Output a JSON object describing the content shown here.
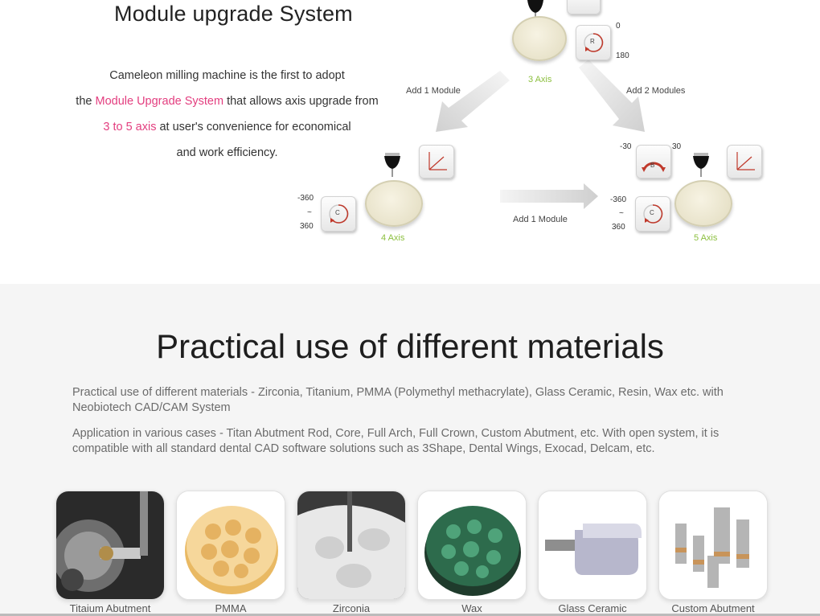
{
  "module": {
    "title": "Module upgrade System",
    "line1": "Cameleon milling machine is the first to adopt",
    "line2_pre": "the ",
    "line2_link": "Module Upgrade System",
    "line2_post": " that allows axis upgrade from",
    "line3_link": "3 to 5 axis",
    "line3_post": " at user's convenience for economical",
    "line4": "and work efficiency."
  },
  "diagram": {
    "axis3": "3 Axis",
    "axis4": "4 Axis",
    "axis5": "5 Axis",
    "add1_left": "Add 1 Module",
    "add2_right": "Add 2 Modules",
    "add1_bottom": "Add 1 Module",
    "r_deg_top": "0",
    "r_deg_bottom": "180",
    "c4_top": "-360",
    "c4_mid": "~",
    "c4_bottom": "360",
    "b_left": "-30",
    "b_right": "30",
    "c5_top": "-360",
    "c5_mid": "~",
    "c5_bottom": "360",
    "r_letter": "R",
    "c_letter": "C",
    "b_letter": "B"
  },
  "materials": {
    "title": "Practical use of different materials",
    "para1": "Practical use of different materials - Zirconia, Titanium, PMMA (Polymethyl methacrylate), Glass Ceramic, Resin, Wax etc. with Neobiotech CAD/CAM System",
    "para2": "Application in various cases - Titan Abutment Rod, Core, Full Arch, Full Crown, Custom Abutment, etc. With open system, it is compatible with all standard dental CAD software solutions such as 3Shape, Dental Wings, Exocad, Delcam, etc.",
    "cards": [
      {
        "label": "Titaium Abutment"
      },
      {
        "label": "PMMA"
      },
      {
        "label": "Zirconia"
      },
      {
        "label": "Wax"
      },
      {
        "label": "Glass Ceramic"
      },
      {
        "label": "Custom Abutment"
      }
    ]
  },
  "colors": {
    "accent_pink": "#e33e7f",
    "axis_green": "#8cbf3f",
    "section_bg": "#f5f5f5"
  }
}
